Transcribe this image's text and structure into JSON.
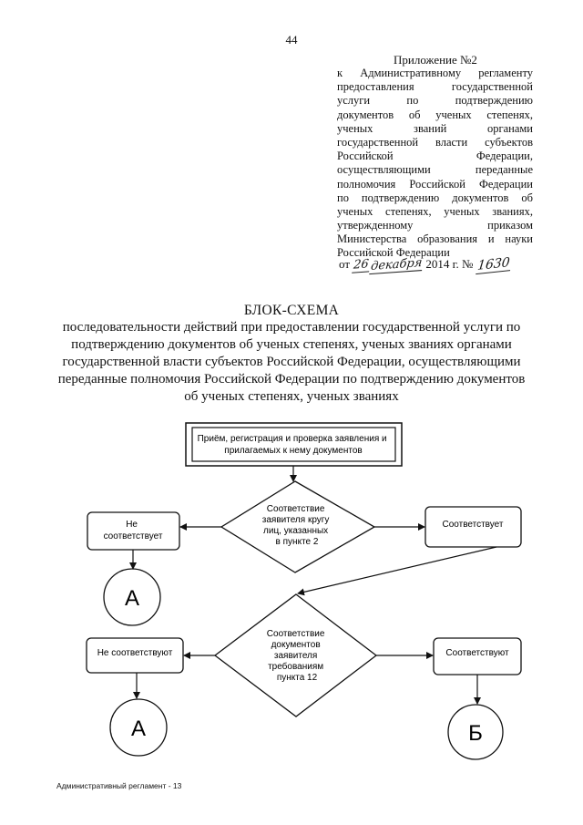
{
  "header": {
    "page_number": "44",
    "appendix_title": "Приложение №2",
    "appendix_lines": [
      "к Административному регламенту",
      "предоставления государственной",
      "услуги по подтверждению",
      "документов об ученых степенях,",
      "ученых званий органами",
      "государственной власти субъектов",
      "Российской Федерации,",
      "осуществляющими переданные",
      "полномочия Российской Федерации",
      "по подтверждению документов об",
      "ученых степенях, ученых званиях,",
      "утвержденному приказом",
      "Министерства образования и науки",
      "Российской Федерации"
    ],
    "approval": {
      "prefix": "от",
      "day": "26",
      "month": "декабря",
      "year_text": "2014 г. №",
      "number": "1630"
    }
  },
  "title": "БЛОК-СХЕМА",
  "subtitle": "последовательности действий при предоставлении государственной услуги по подтверждению документов об ученых степенях, ученых званиях органами государственной власти субъектов Российской Федерации, осуществляющими переданные полномочия Российской Федерации по подтверждению документов об ученых степенях, ученых званиях",
  "flowchart": {
    "start_lines": [
      "Приём, регистрация и проверка заявления и",
      "прилагаемых к нему документов"
    ],
    "decision1_lines": [
      "Соответствие",
      "заявителя кругу",
      "лиц, указанных",
      "в пункте 2"
    ],
    "no1_lines": [
      "Не",
      "соответствует"
    ],
    "yes1_lines": [
      "Соответствует"
    ],
    "circle1": "А",
    "decision2_lines": [
      "Соответствие",
      "документов",
      "заявителя",
      "требованиям",
      "пункта 12"
    ],
    "no2_lines": [
      "Не соответствуют"
    ],
    "yes2_lines": [
      "Соответствуют"
    ],
    "circle2": "А",
    "circle3": "Б"
  },
  "footer": "Административный регламент - 13"
}
